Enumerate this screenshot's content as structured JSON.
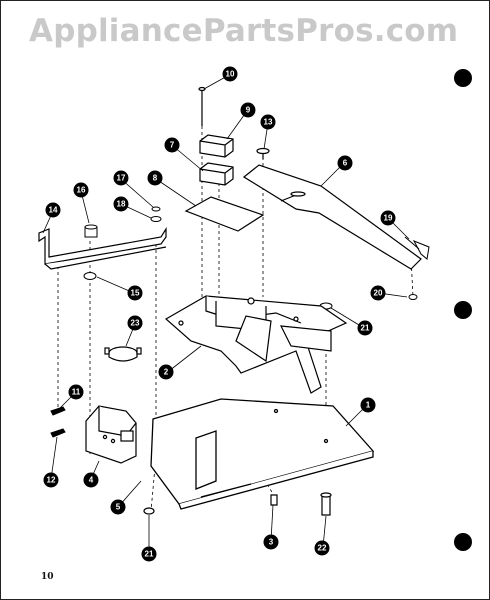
{
  "watermark": "AppliancePartsPros.com",
  "page_number": "10",
  "callouts": [
    "1",
    "2",
    "3",
    "4",
    "5",
    "6",
    "7",
    "8",
    "9",
    "10",
    "11",
    "12",
    "13",
    "14",
    "15",
    "16",
    "17",
    "18",
    "19",
    "20",
    "21",
    "21",
    "22",
    "23"
  ]
}
